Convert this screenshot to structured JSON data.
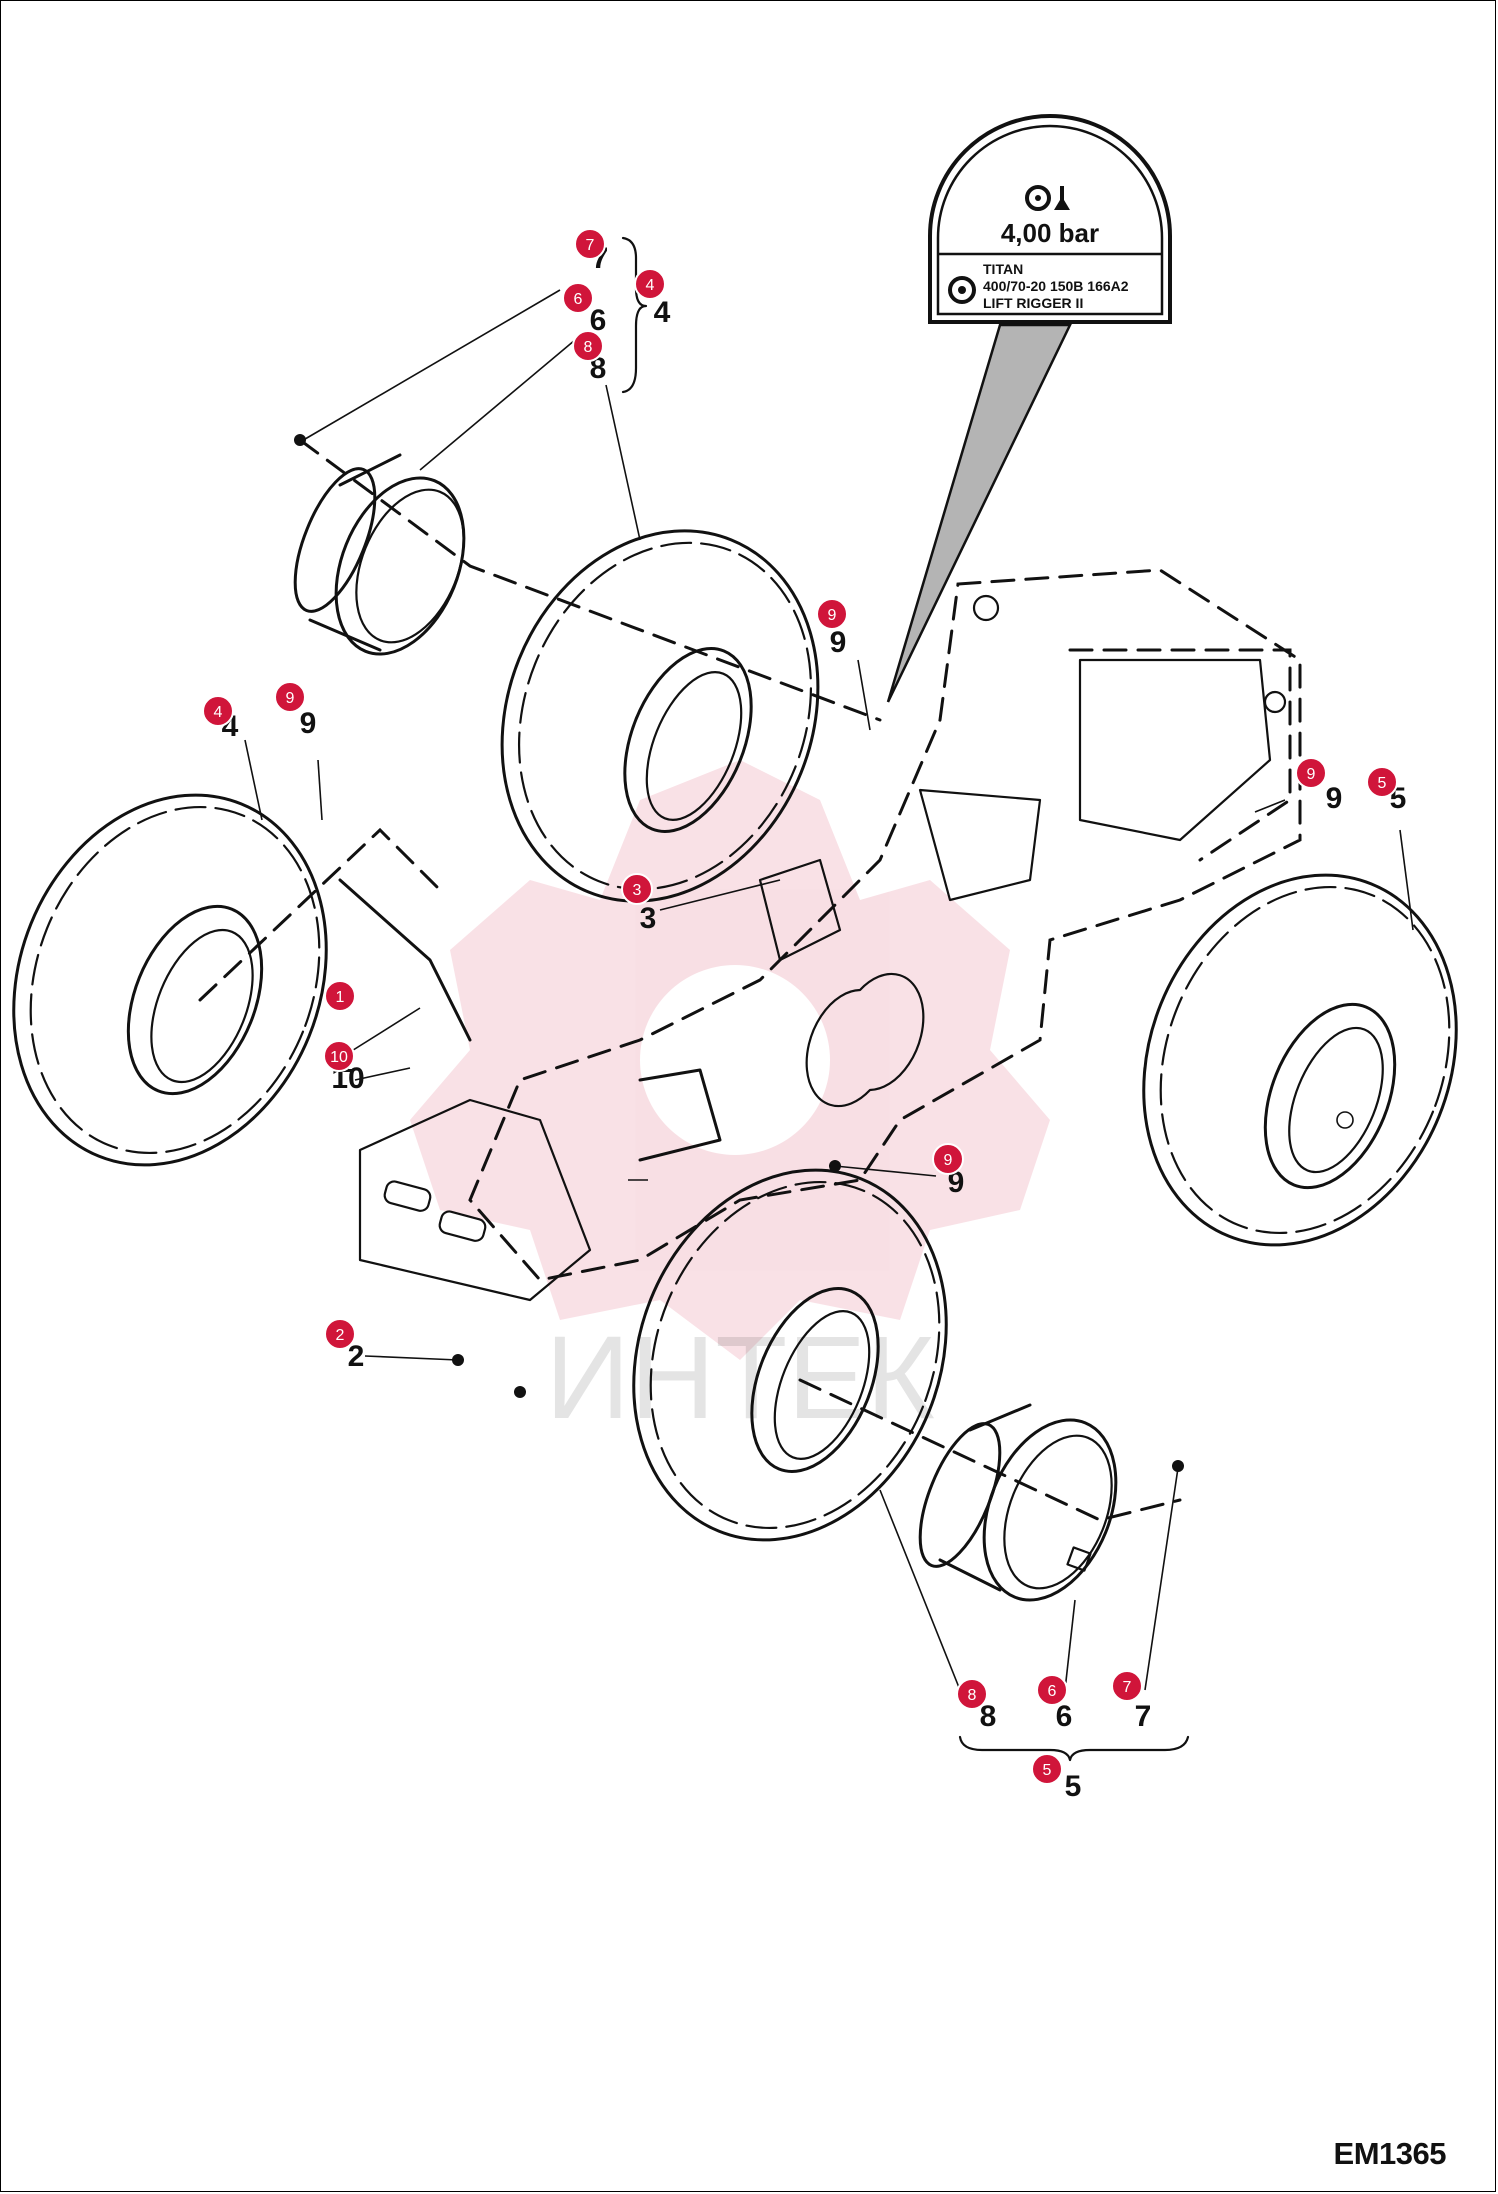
{
  "drawing_code": "EM1365",
  "tyre_label": {
    "pressure": "4,00 bar",
    "brand": "TITAN",
    "size_rating": "400/70-20  150B  166A2",
    "model": "LIFT RIGGER II"
  },
  "watermark": "ИНТЕК",
  "accent_color": "#d0153a",
  "callouts": [
    {
      "id": "callout-7-top",
      "num": "7"
    },
    {
      "id": "callout-6-top",
      "num": "6"
    },
    {
      "id": "callout-8-top",
      "num": "8"
    },
    {
      "id": "callout-4-top",
      "num": "4"
    },
    {
      "id": "callout-9-top",
      "num": "9"
    },
    {
      "id": "callout-4-left",
      "num": "4"
    },
    {
      "id": "callout-9-left",
      "num": "9"
    },
    {
      "id": "callout-9-right",
      "num": "9"
    },
    {
      "id": "callout-5-right",
      "num": "5"
    },
    {
      "id": "callout-3",
      "num": "3"
    },
    {
      "id": "callout-1",
      "num": "1"
    },
    {
      "id": "callout-10",
      "num": "10"
    },
    {
      "id": "callout-9-mid",
      "num": "9"
    },
    {
      "id": "callout-2",
      "num": "2"
    },
    {
      "id": "callout-8-bottom",
      "num": "8"
    },
    {
      "id": "callout-6-bottom",
      "num": "6"
    },
    {
      "id": "callout-7-bottom",
      "num": "7"
    },
    {
      "id": "callout-5-bottom",
      "num": "5"
    }
  ]
}
